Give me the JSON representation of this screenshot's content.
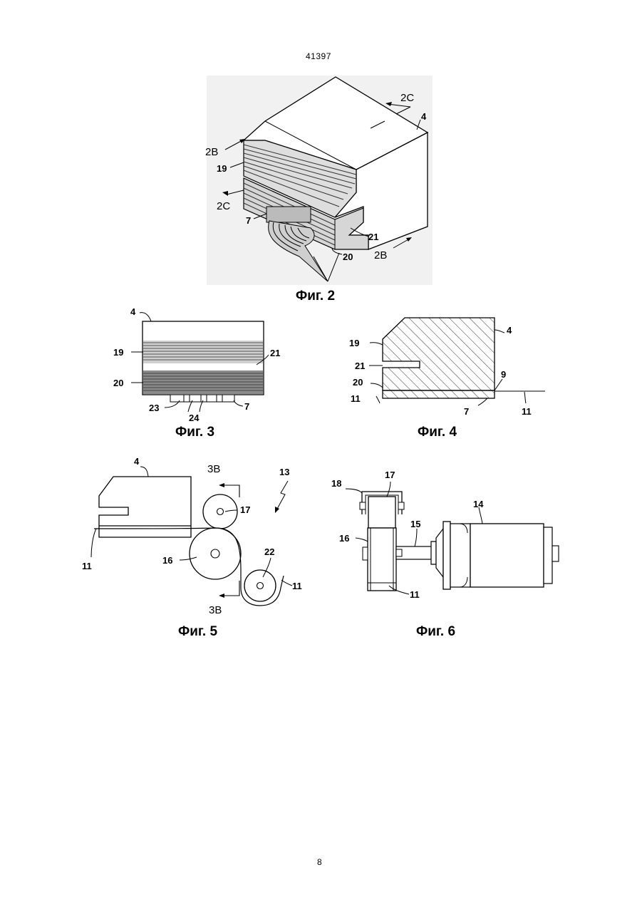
{
  "page": {
    "header_number": "41397",
    "footer_number": "8"
  },
  "figures": {
    "fig2": {
      "caption": "Фиг. 2",
      "labels": {
        "sec_2c_top": "2C",
        "n4": "4",
        "sec_2b_left": "2B",
        "n19": "19",
        "sec_2c_bottom": "2C",
        "n7": "7",
        "n21": "21",
        "n20": "20",
        "sec_2b_right": "2B"
      }
    },
    "fig3": {
      "caption": "Фиг. 3",
      "labels": {
        "n4": "4",
        "n19": "19",
        "n21": "21",
        "n20": "20",
        "n23": "23",
        "n24": "24",
        "n7": "7"
      }
    },
    "fig4": {
      "caption": "Фиг. 4",
      "labels": {
        "n19": "19",
        "n4": "4",
        "n21": "21",
        "n9": "9",
        "n20": "20",
        "n11_left": "11",
        "n11_right": "11",
        "n7": "7"
      }
    },
    "fig5": {
      "caption": "Фиг. 5",
      "labels": {
        "n4": "4",
        "sec_3b_top": "3B",
        "n13": "13",
        "n17": "17",
        "n11_left": "11",
        "n16": "16",
        "n22": "22",
        "n11_right": "11",
        "sec_3b_bottom": "3B"
      }
    },
    "fig6": {
      "caption": "Фиг. 6",
      "labels": {
        "n18": "18",
        "n17": "17",
        "n14": "14",
        "n15": "15",
        "n16": "16",
        "n11": "11"
      }
    }
  }
}
